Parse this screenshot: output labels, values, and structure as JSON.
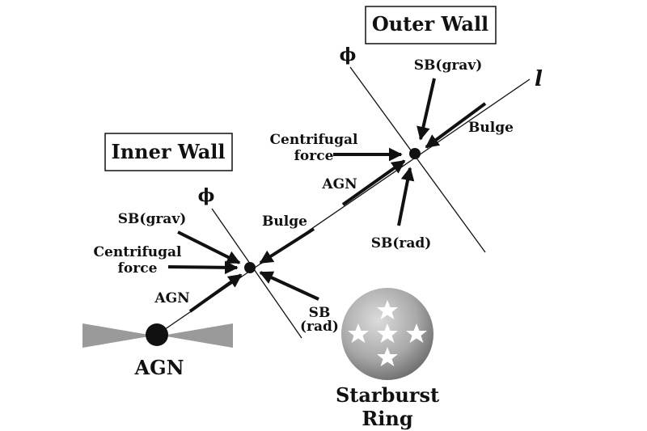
{
  "diagram": {
    "outer_wall": {
      "title": "Outer Wall",
      "phi": "ϕ",
      "l": "l",
      "sb_grav": "SB(grav)",
      "bulge": "Bulge",
      "centrifugal_1": "Centrifugal",
      "centrifugal_2": "force",
      "agn": "AGN",
      "sb_rad": "SB(rad)"
    },
    "inner_wall": {
      "title": "Inner Wall",
      "phi": "ϕ",
      "sb_grav": "SB(grav)",
      "bulge": "Bulge",
      "centrifugal_1": "Centrifugal",
      "centrifugal_2": "force",
      "agn": "AGN",
      "sb_rad_1": "SB",
      "sb_rad_2": "(rad)"
    },
    "agn_label": "AGN",
    "starburst_1": "Starburst",
    "starburst_2": "Ring",
    "colors": {
      "ink": "#111111",
      "cone": "#9a9a9a",
      "ring_light": "#d8d8d8",
      "ring_dark": "#6f6f6f"
    }
  }
}
